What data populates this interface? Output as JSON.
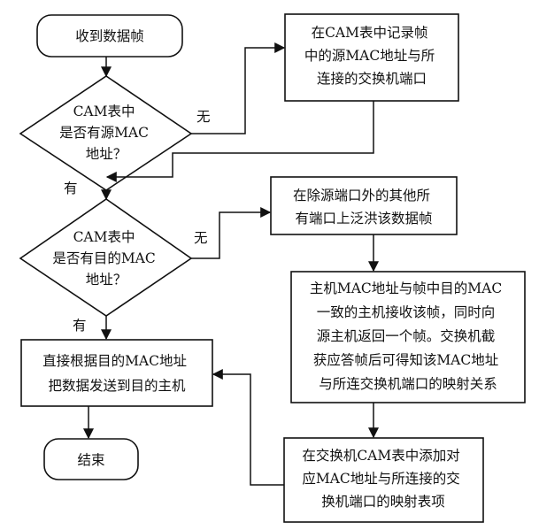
{
  "nodes": {
    "start": [
      "收到数据帧"
    ],
    "record_src": [
      "在CAM表中记录帧",
      "中的源MAC地址与所",
      "连接的交换机端口"
    ],
    "check_src": [
      "CAM表中",
      "是否有源MAC",
      "地址？"
    ],
    "flood": [
      "在除源端口外的其他所",
      "有端口上泛洪该数据帧"
    ],
    "check_dst": [
      "CAM表中",
      "是否有目的MAC",
      "地址？"
    ],
    "host_reply": [
      "主机MAC地址与帧中目的MAC",
      "一致的主机接收该帧，同时向",
      "源主机返回一个帧。交换机截",
      "获应答帧后可得知该MAC地址",
      "与所连交换机端口的映射关系"
    ],
    "forward": [
      "直接根据目的MAC地址",
      "把数据发送到目的主机"
    ],
    "add_entry": [
      "在交换机CAM表中添加对",
      "应MAC地址与所连接的交",
      "换机端口的映射表项"
    ],
    "end": [
      "结束"
    ]
  },
  "edge_labels": {
    "src_no": "无",
    "src_yes": "有",
    "dst_no": "无",
    "dst_yes": "有"
  }
}
